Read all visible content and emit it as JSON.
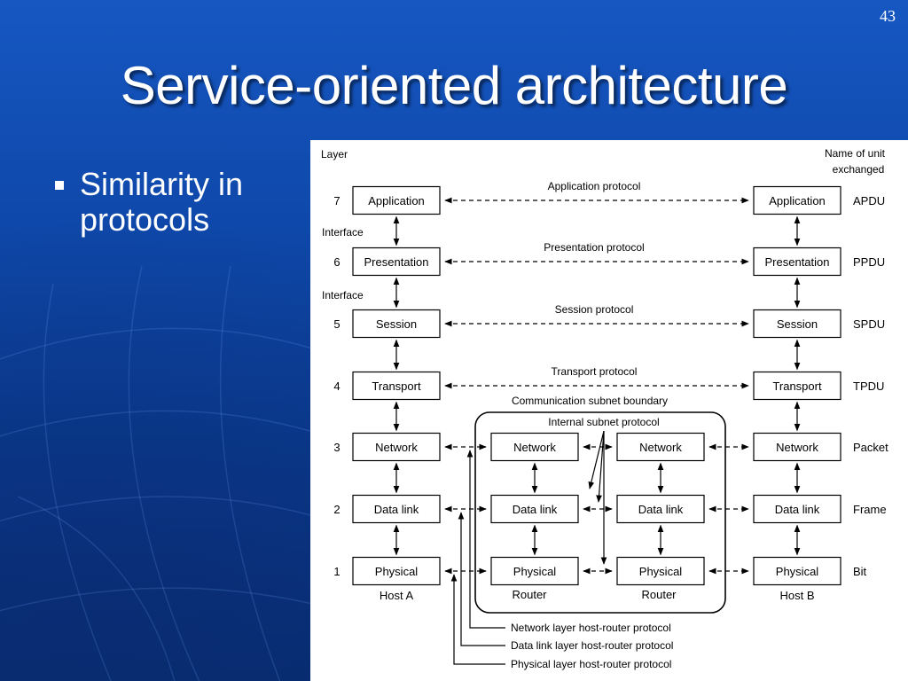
{
  "slide": {
    "number": "43",
    "title": "Service-oriented architecture",
    "bullets": [
      {
        "lines": [
          "Similarity in",
          "protocols"
        ]
      }
    ]
  },
  "diagram": {
    "header_layer": "Layer",
    "header_unit_line1": "Name of unit",
    "header_unit_line2": "exchanged",
    "layers": [
      {
        "num": "7",
        "name": "Application",
        "unit": "APDU"
      },
      {
        "num": "6",
        "name": "Presentation",
        "unit": "PPDU"
      },
      {
        "num": "5",
        "name": "Session",
        "unit": "SPDU"
      },
      {
        "num": "4",
        "name": "Transport",
        "unit": "TPDU"
      },
      {
        "num": "3",
        "name": "Network",
        "unit": "Packet"
      },
      {
        "num": "2",
        "name": "Data link",
        "unit": "Frame"
      },
      {
        "num": "1",
        "name": "Physical",
        "unit": "Bit"
      }
    ],
    "protocols": {
      "application": "Application protocol",
      "presentation": "Presentation protocol",
      "session": "Session protocol",
      "transport": "Transport protocol"
    },
    "interface_label": "Interface",
    "subnet_boundary": "Communication subnet boundary",
    "internal_subnet_protocol": "Internal subnet protocol",
    "router_layers": [
      "Network",
      "Data link",
      "Physical"
    ],
    "host_a": "Host A",
    "host_b": "Host B",
    "router": "Router",
    "legend": [
      "Network layer host-router protocol",
      "Data link layer host-router protocol",
      "Physical layer host-router protocol"
    ]
  }
}
